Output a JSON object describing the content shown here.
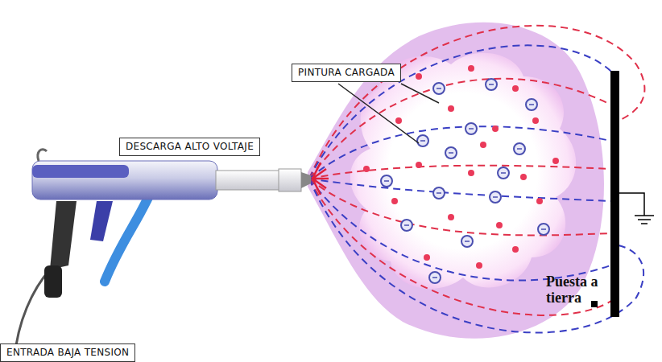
{
  "diagram": {
    "nodes": [
      {
        "text": [
          "PINTURA CARGADA"
        ]
      },
      {
        "text": [
          "DESCARGA ALTO VOLTAJE"
        ]
      },
      {
        "text": [
          "ENTRADA BAJA TENSION"
        ]
      }
    ],
    "labels": [
      "Puesta a tierra"
    ]
  }
}
